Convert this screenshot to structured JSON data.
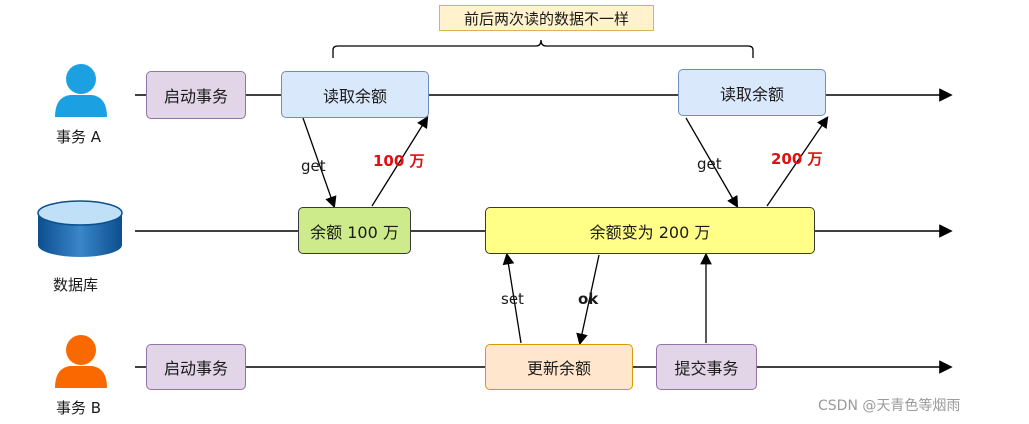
{
  "title": "前后两次读的数据不一样",
  "actors": {
    "a": "事务 A",
    "db": "数据库",
    "b": "事务 B"
  },
  "a_row": {
    "start": "启动事务",
    "read1": "读取余额",
    "read2": "读取余额"
  },
  "db_row": {
    "balance1": "余额 100 万",
    "balance2": "余额变为 200 万"
  },
  "b_row": {
    "start": "启动事务",
    "update": "更新余额",
    "commit": "提交事务"
  },
  "edges": {
    "get1": "get",
    "val1": "100 万",
    "get2": "get",
    "val2": "200 万",
    "set": "set",
    "ok": "ok"
  },
  "watermark": "CSDN @天青色等烟雨"
}
